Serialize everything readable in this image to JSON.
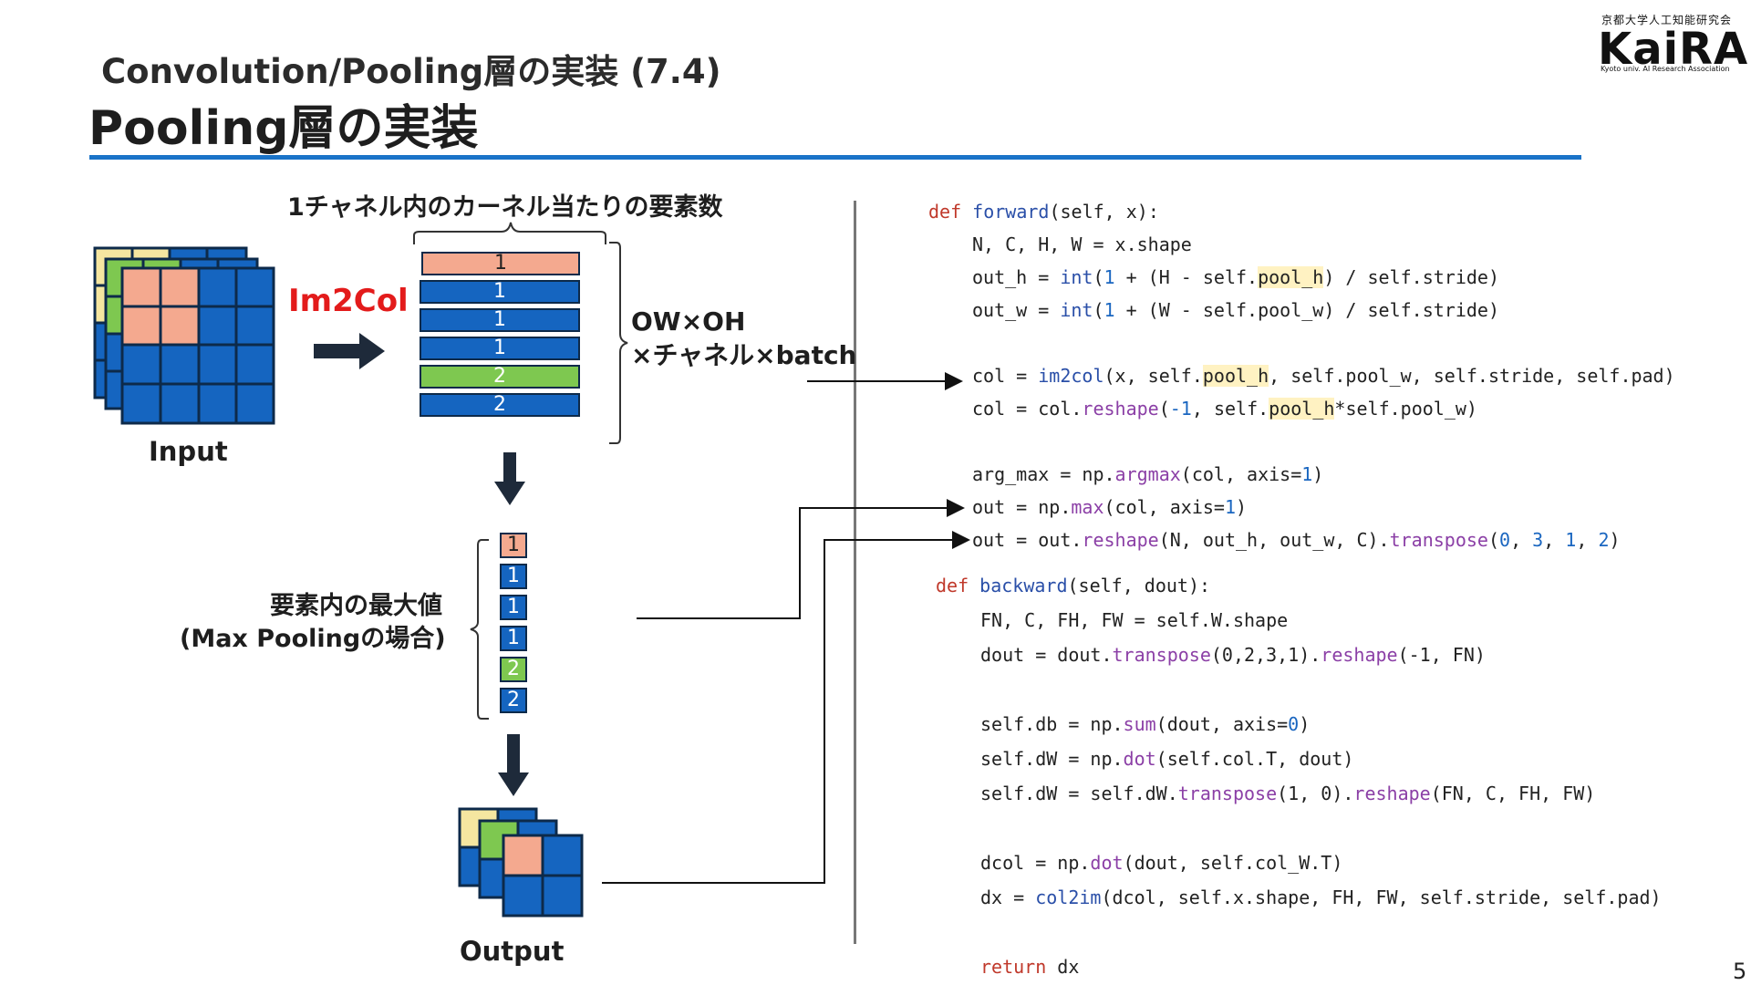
{
  "header": {
    "subtitle": "Convolution/Pooling層の実装 (7.4)",
    "title": "Pooling層の実装"
  },
  "logo": {
    "small_text": "京都大学人工知能研究会",
    "name": "KaiRA",
    "tagline": "Kyoto univ. AI Research Association"
  },
  "diagram": {
    "top_label": "1チャネル内のカーネル当たりの要素数",
    "input_label": "Input",
    "im2col_label": "Im2Col",
    "bracket_label_1": "OW×OH",
    "bracket_label_2": "×チャネル×batch",
    "rows": [
      "1",
      "1",
      "1",
      "1",
      "2",
      "2"
    ],
    "max_label_1": "要素内の最大値",
    "max_label_2": "(Max Poolingの場合)",
    "max_values": [
      "1",
      "1",
      "1",
      "1",
      "2",
      "2"
    ],
    "output_label": "Output",
    "colors": {
      "blue": "#1565c0",
      "salmon": "#f4a98f",
      "green": "#7ec850",
      "yellow": "#f5e6a0",
      "dark": "#1e2a3a"
    }
  },
  "code": {
    "forward": {
      "def": "def",
      "name": "forward",
      "args": "(self, x):",
      "l1": "N, C, H, W = x.shape",
      "l2a": "out_h = ",
      "l2b": "int",
      "l2c": "(",
      "l2d": "1",
      "l2e": " + (H - self.",
      "l2f": "pool_h",
      "l2g": ") / self.stride)",
      "l3a": "out_w = ",
      "l3b": "int",
      "l3c": "(",
      "l3d": "1",
      "l3e": " + (W - self.pool_w) / self.stride)",
      "l4a": "col = ",
      "l4b": "im2col",
      "l4c": "(x, self.",
      "l4d": "pool_h",
      "l4e": ", self.pool_w, self.stride, self.pad)",
      "l5a": "col = col.",
      "l5b": "reshape",
      "l5c": "(",
      "l5d": "-1",
      "l5e": ", self.",
      "l5f": "pool_h",
      "l5g": "*self.pool_w)",
      "l6a": "arg_max = np.",
      "l6b": "argmax",
      "l6c": "(col, axis=",
      "l6d": "1",
      "l6e": ")",
      "l7a": "out = np.",
      "l7b": "max",
      "l7c": "(col, axis=",
      "l7d": "1",
      "l7e": ")",
      "l8a": "out = out.",
      "l8b": "reshape",
      "l8c": "(N, out_h, out_w, C).",
      "l8d": "transpose",
      "l8e": "(",
      "l8f": "0",
      "l8g": ", ",
      "l8h": "3",
      "l8i": ", ",
      "l8j": "1",
      "l8k": ", ",
      "l8l": "2",
      "l8m": ")"
    },
    "backward": {
      "def": "def",
      "name": "backward",
      "args": "(self, dout):",
      "l1": "FN, C, FH, FW = self.W.shape",
      "l2a": "dout = dout.",
      "l2b": "transpose",
      "l2c": "(0,2,3,1).",
      "l2d": "reshape",
      "l2e": "(-1, FN)",
      "l3a": "self.db = np.",
      "l3b": "sum",
      "l3c": "(dout, axis=",
      "l3d": "0",
      "l3e": ")",
      "l4a": "self.dW = np.",
      "l4b": "dot",
      "l4c": "(self.col.T, dout)",
      "l5a": "self.dW = self.dW.",
      "l5b": "transpose",
      "l5c": "(1, 0).",
      "l5d": "reshape",
      "l5e": "(FN, C, FH, FW)",
      "l6a": "dcol = np.",
      "l6b": "dot",
      "l6c": "(dout, self.col_W.T)",
      "l7a": "dx = ",
      "l7b": "col2im",
      "l7c": "(dcol, self.x.shape, FH, FW, self.stride, self.pad)",
      "l8a": "return",
      "l8b": " dx"
    }
  },
  "page_number": "5"
}
